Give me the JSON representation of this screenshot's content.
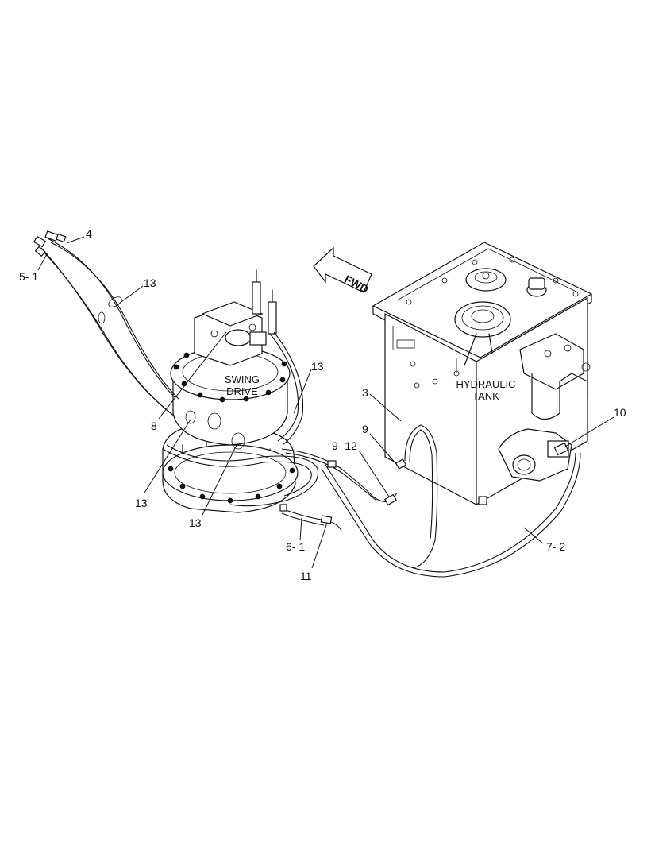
{
  "diagram": {
    "arrow_label": "FWD",
    "swing_drive_label": [
      "SWING",
      "DRIVE"
    ],
    "hydraulic_tank_label": [
      "HYDRAULIC",
      "TANK"
    ],
    "callouts": {
      "c4": "4",
      "c5_1": "5- 1",
      "c13_top": "13",
      "c13_right": "13",
      "c8": "8",
      "c13_lower_left": "13",
      "c13_bottom": "13",
      "c3": "3",
      "c9": "9",
      "c9_12": "9- 12",
      "c10": "10",
      "c6_1": "6- 1",
      "c11": "11",
      "c7_2": "7- 2"
    }
  }
}
